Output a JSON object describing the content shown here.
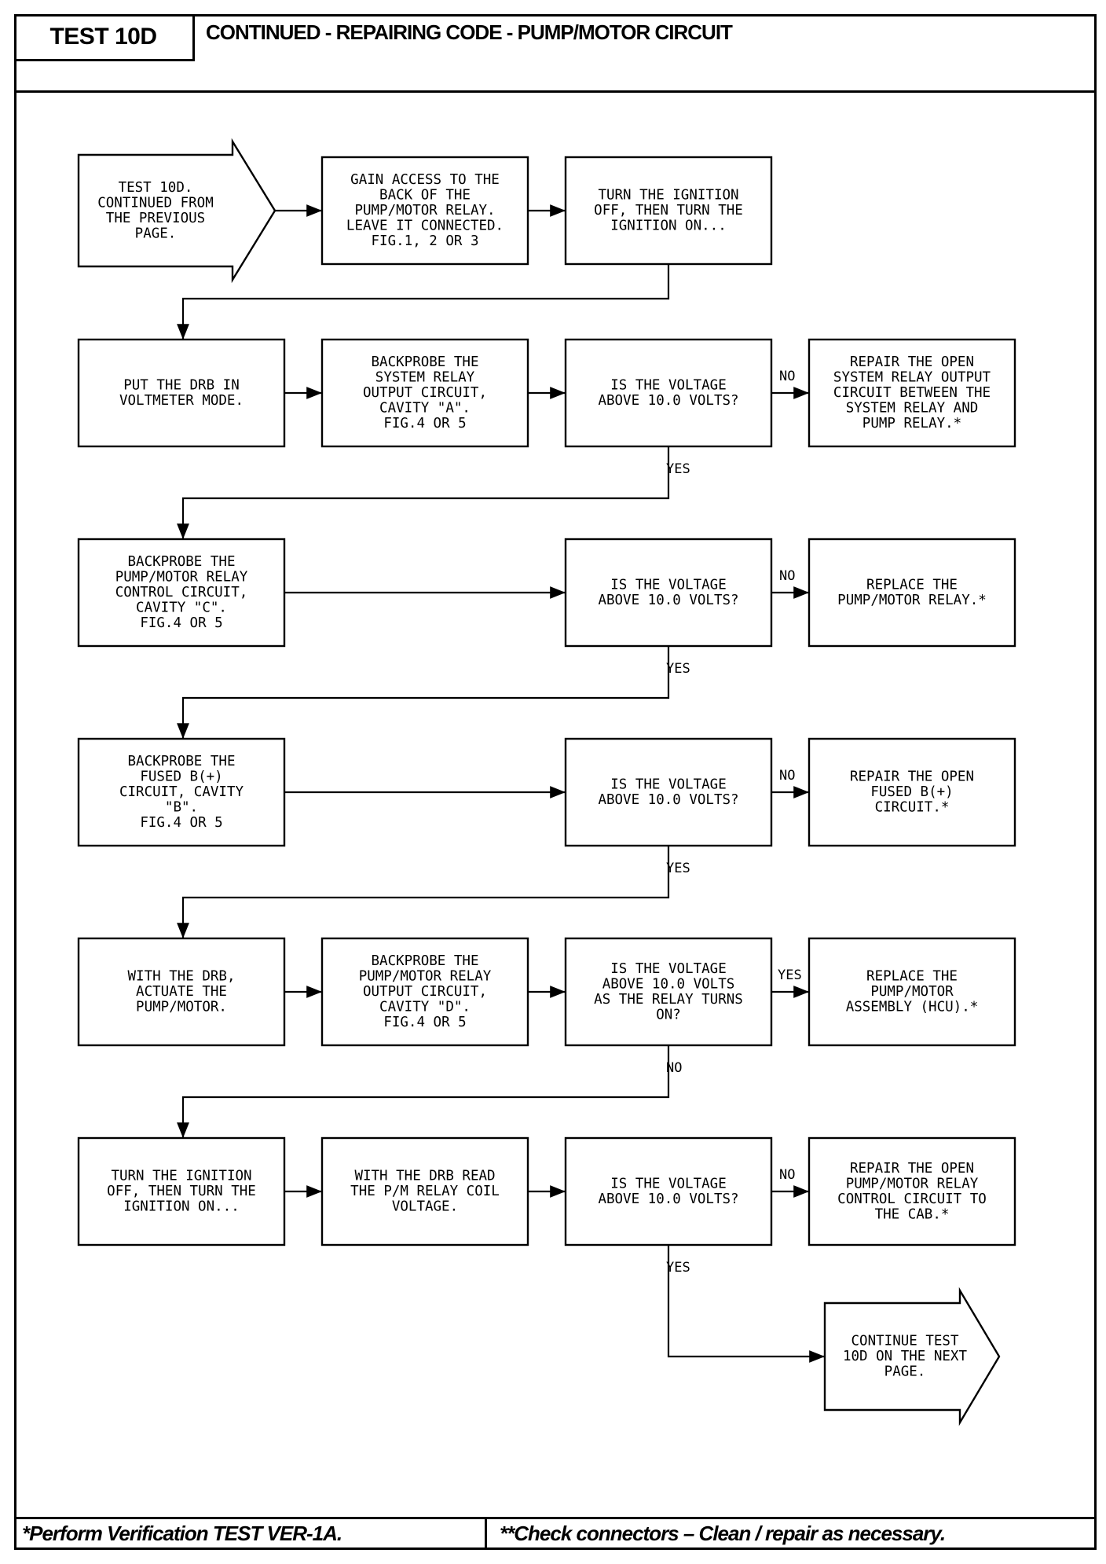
{
  "header": {
    "test_id": "TEST 10D",
    "title": "CONTINUED - REPAIRING CODE - PUMP/MOTOR CIRCUIT"
  },
  "footer": {
    "note_left": "*Perform Verification TEST VER-1A.",
    "note_right": "**Check connectors – Clean / repair as necessary."
  },
  "flowchart": {
    "start": [
      "TEST 10D.",
      "CONTINUED FROM",
      "THE PREVIOUS",
      "PAGE."
    ],
    "end": [
      "CONTINUE TEST",
      "10D ON THE NEXT",
      "PAGE."
    ],
    "boxes": {
      "gain_access": [
        "GAIN ACCESS TO THE",
        "BACK OF THE",
        "PUMP/MOTOR RELAY.",
        "LEAVE IT CONNECTED.",
        "FIG.1, 2 OR 3"
      ],
      "ignition_cycle_1": [
        "TURN THE IGNITION",
        "OFF, THEN TURN THE",
        "IGNITION ON..."
      ],
      "drb_voltmeter": [
        "PUT THE DRB IN",
        "VOLTMETER MODE."
      ],
      "probe_cavity_a": [
        "BACKPROBE THE",
        "SYSTEM RELAY",
        "OUTPUT CIRCUIT,",
        "CAVITY \"A\".",
        "FIG.4 OR 5"
      ],
      "q1": [
        "IS THE VOLTAGE",
        "ABOVE 10.0 VOLTS?"
      ],
      "repair_system_relay": [
        "REPAIR THE OPEN",
        "SYSTEM RELAY OUTPUT",
        "CIRCUIT BETWEEN THE",
        "SYSTEM RELAY AND",
        "PUMP RELAY.*"
      ],
      "probe_cavity_c": [
        "BACKPROBE THE",
        "PUMP/MOTOR RELAY",
        "CONTROL CIRCUIT,",
        "CAVITY \"C\".",
        "FIG.4 OR 5"
      ],
      "q2": [
        "IS THE VOLTAGE",
        "ABOVE 10.0 VOLTS?"
      ],
      "replace_relay": [
        "REPLACE THE",
        "PUMP/MOTOR RELAY.*"
      ],
      "probe_cavity_b": [
        "BACKPROBE THE",
        "FUSED B(+)",
        "CIRCUIT, CAVITY",
        "\"B\".",
        "FIG.4 OR 5"
      ],
      "q3": [
        "IS THE VOLTAGE",
        "ABOVE 10.0 VOLTS?"
      ],
      "repair_fused_b": [
        "REPAIR THE OPEN",
        "FUSED B(+)",
        "CIRCUIT.*"
      ],
      "actuate_pump": [
        "WITH THE DRB,",
        "ACTUATE THE",
        "PUMP/MOTOR."
      ],
      "probe_cavity_d": [
        "BACKPROBE THE",
        "PUMP/MOTOR RELAY",
        "OUTPUT CIRCUIT,",
        "CAVITY \"D\".",
        "FIG.4 OR 5"
      ],
      "q4": [
        "IS THE VOLTAGE",
        "ABOVE 10.0 VOLTS",
        "AS THE RELAY TURNS",
        "ON?"
      ],
      "replace_hcu": [
        "REPLACE THE",
        "PUMP/MOTOR",
        "ASSEMBLY (HCU).*"
      ],
      "ignition_cycle_2": [
        "TURN THE IGNITION",
        "OFF, THEN TURN THE",
        "IGNITION ON..."
      ],
      "read_coil_voltage": [
        "WITH THE DRB READ",
        "THE P/M RELAY COIL",
        "VOLTAGE."
      ],
      "q5": [
        "IS THE VOLTAGE",
        "ABOVE 10.0 VOLTS?"
      ],
      "repair_control_circuit": [
        "REPAIR THE OPEN",
        "PUMP/MOTOR RELAY",
        "CONTROL CIRCUIT TO",
        "THE CAB.*"
      ]
    },
    "branch_labels": {
      "q1_no": "NO",
      "q1_yes": "YES",
      "q2_no": "NO",
      "q2_yes": "YES",
      "q3_no": "NO",
      "q3_yes": "YES",
      "q4_yes": "YES",
      "q4_no": "NO",
      "q5_no": "NO",
      "q5_yes": "YES"
    }
  }
}
